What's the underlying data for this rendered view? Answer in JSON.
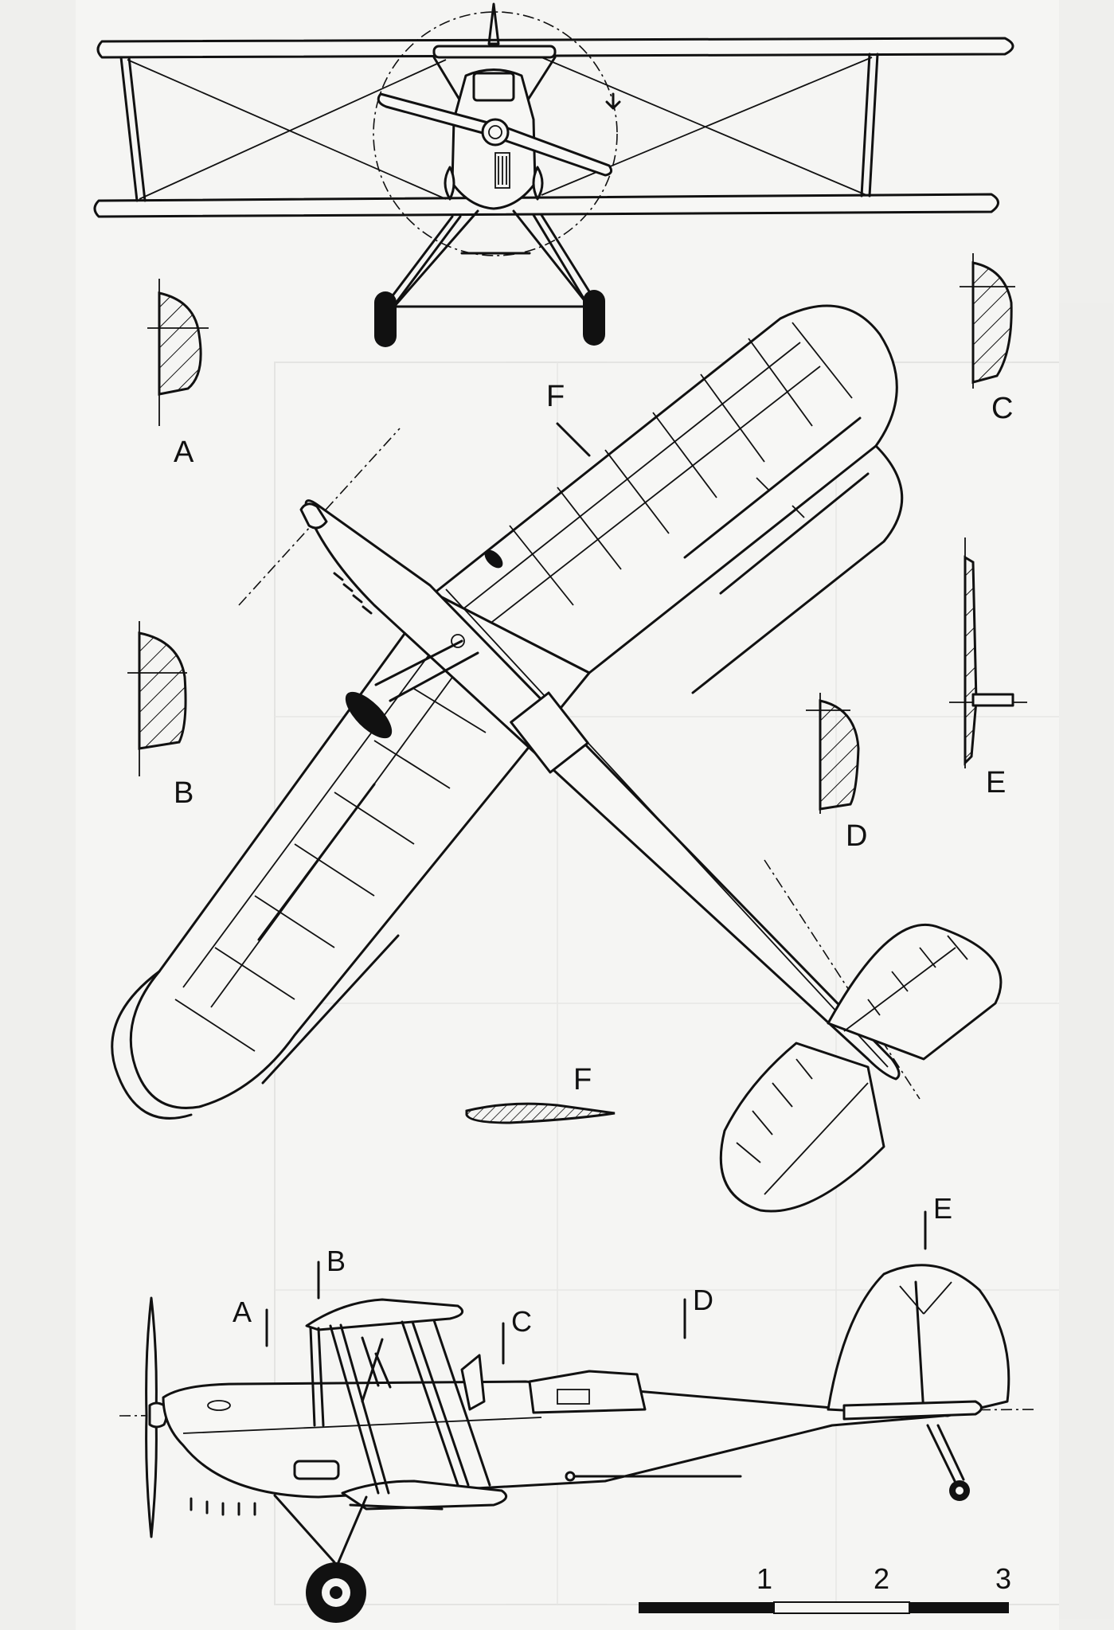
{
  "section_labels": {
    "A": "A",
    "B": "B",
    "C": "C",
    "D": "D",
    "E": "E",
    "F_top": "F",
    "F_profile": "F"
  },
  "side_view_markers": {
    "A": "A",
    "B": "B",
    "C": "C",
    "D": "D",
    "E": "E"
  },
  "scale_bar": {
    "labels": [
      "1",
      "2",
      "3"
    ]
  },
  "colors": {
    "ink": "#111111",
    "paper": "#f5f5f3",
    "ghost": "#dcdcdc"
  }
}
